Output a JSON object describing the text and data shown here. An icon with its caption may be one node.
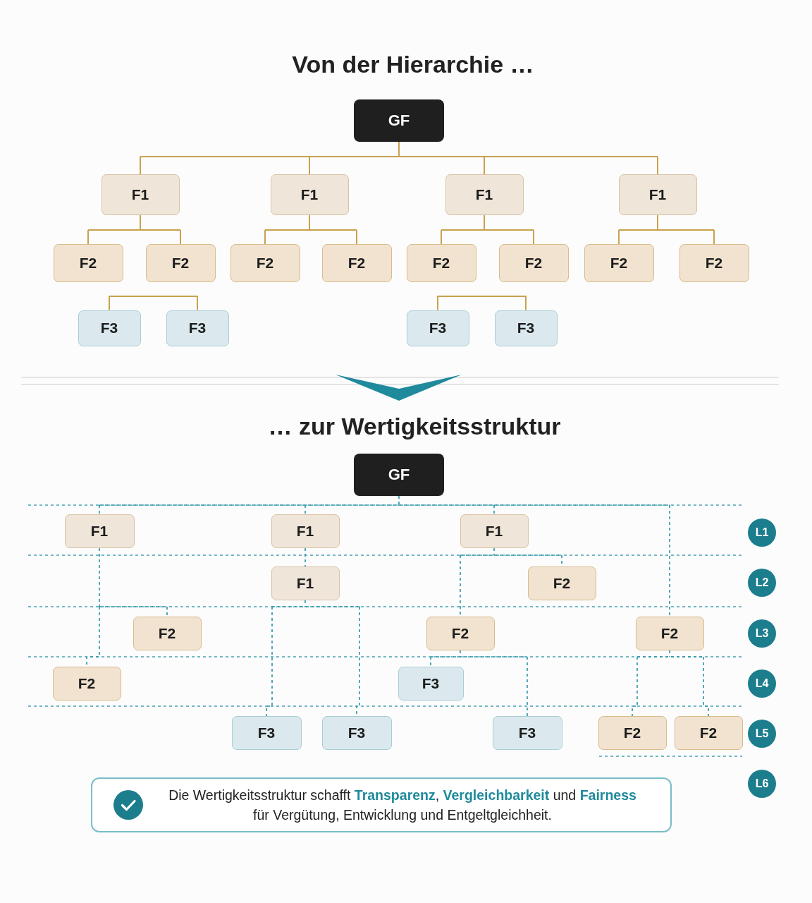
{
  "diagram": {
    "title": "Von der Hierarchie …",
    "nodes": [
      {
        "text": [
          "GF"
        ]
      },
      {
        "text": [
          "F1"
        ]
      },
      {
        "text": [
          "F1"
        ]
      },
      {
        "text": [
          "F1"
        ]
      },
      {
        "text": [
          "F1"
        ]
      },
      {
        "text": [
          "F2"
        ]
      },
      {
        "text": [
          "F2"
        ]
      },
      {
        "text": [
          "F2"
        ]
      },
      {
        "text": [
          "F2"
        ]
      },
      {
        "text": [
          "F2"
        ]
      },
      {
        "text": [
          "F2"
        ]
      },
      {
        "text": [
          "F2"
        ]
      },
      {
        "text": [
          "F2"
        ]
      },
      {
        "text": [
          "F3"
        ]
      },
      {
        "text": [
          "F3"
        ]
      },
      {
        "text": [
          "F3"
        ]
      },
      {
        "text": [
          "F3"
        ]
      },
      {
        "text": [
          "GF"
        ]
      },
      {
        "text": [
          "F1"
        ]
      },
      {
        "text": [
          "F1"
        ]
      },
      {
        "text": [
          "F1"
        ]
      },
      {
        "text": [
          "L1"
        ]
      },
      {
        "text": [
          "F1"
        ]
      },
      {
        "text": [
          "F2"
        ]
      },
      {
        "text": [
          "L2"
        ]
      },
      {
        "text": [
          "F2"
        ]
      },
      {
        "text": [
          "F2"
        ]
      },
      {
        "text": [
          "F2"
        ]
      },
      {
        "text": [
          "L3"
        ]
      },
      {
        "text": [
          "F2"
        ]
      },
      {
        "text": [
          "F3"
        ]
      },
      {
        "text": [
          "L4"
        ]
      },
      {
        "text": [
          "F3"
        ]
      },
      {
        "text": [
          "F3"
        ]
      },
      {
        "text": [
          "F3"
        ]
      },
      {
        "text": [
          "F2"
        ]
      },
      {
        "text": [
          "F2"
        ]
      },
      {
        "text": [
          "L5"
        ]
      },
      {
        "text": [
          "L6"
        ]
      },
      {
        "text": [
          "Die Wertigkeitsstruktur schafft **Transparenz**, **Vergleichbarkeit** und **Fairness** für Vergütung, Entwicklung und Entgeltgleichheit."
        ]
      }
    ],
    "edges": [
      {
        "from": 0,
        "to": 1,
        "arrow": "none",
        "color": "#c9a14f"
      },
      {
        "from": 0,
        "to": 2,
        "arrow": "none",
        "color": "#c9a14f"
      },
      {
        "from": 0,
        "to": 3,
        "arrow": "none",
        "color": "#c9a14f"
      },
      {
        "from": 0,
        "to": 4,
        "arrow": "none",
        "color": "#c9a14f"
      },
      {
        "from": 1,
        "to": 5,
        "arrow": "none",
        "color": "#c9a14f"
      },
      {
        "from": 1,
        "to": 6,
        "arrow": "none",
        "color": "#c9a14f"
      },
      {
        "from": 2,
        "to": 7,
        "arrow": "none",
        "color": "#c9a14f"
      },
      {
        "from": 2,
        "to": 8,
        "arrow": "none",
        "color": "#c9a14f"
      },
      {
        "from": 3,
        "to": 9,
        "arrow": "none",
        "color": "#c9a14f"
      },
      {
        "from": 3,
        "to": 10,
        "arrow": "none",
        "color": "#c9a14f"
      },
      {
        "from": 4,
        "to": 11,
        "arrow": "none",
        "color": "#c9a14f"
      },
      {
        "from": 4,
        "to": 12,
        "arrow": "none",
        "color": "#c9a14f"
      },
      {
        "from": 13,
        "to": 14,
        "arrow": "none",
        "color": "#c9a14f"
      },
      {
        "from": 15,
        "to": 16,
        "arrow": "none",
        "color": "#c9a14f"
      },
      {
        "from": 17,
        "to": 18,
        "arrow": "none",
        "style": "dashed"
      },
      {
        "from": 17,
        "to": 19,
        "arrow": "none",
        "style": "dashed"
      },
      {
        "from": 17,
        "to": 20,
        "arrow": "none",
        "style": "dashed"
      },
      {
        "from": 17,
        "to": 27,
        "arrow": "none",
        "style": "dashed"
      },
      {
        "from": 18,
        "to": 25,
        "arrow": "none",
        "style": "dashed"
      },
      {
        "from": 18,
        "to": 29,
        "arrow": "none",
        "style": "dashed"
      },
      {
        "from": 19,
        "to": 22,
        "arrow": "none",
        "style": "dashed"
      },
      {
        "from": 20,
        "to": 23,
        "arrow": "none",
        "style": "dashed"
      },
      {
        "from": 20,
        "to": 26,
        "arrow": "none",
        "style": "dashed"
      },
      {
        "from": 22,
        "to": 32,
        "arrow": "none",
        "style": "dashed"
      },
      {
        "from": 22,
        "to": 33,
        "arrow": "none",
        "style": "dashed"
      },
      {
        "from": 26,
        "to": 30,
        "arrow": "none",
        "style": "dashed"
      },
      {
        "from": 26,
        "to": 34,
        "arrow": "none",
        "style": "dashed"
      },
      {
        "from": 27,
        "to": 35,
        "arrow": "none",
        "style": "dashed"
      },
      {
        "from": 27,
        "to": 36,
        "arrow": "none",
        "style": "dashed"
      }
    ],
    "labels": [
      "… zur Wertigkeitsstruktur"
    ]
  }
}
